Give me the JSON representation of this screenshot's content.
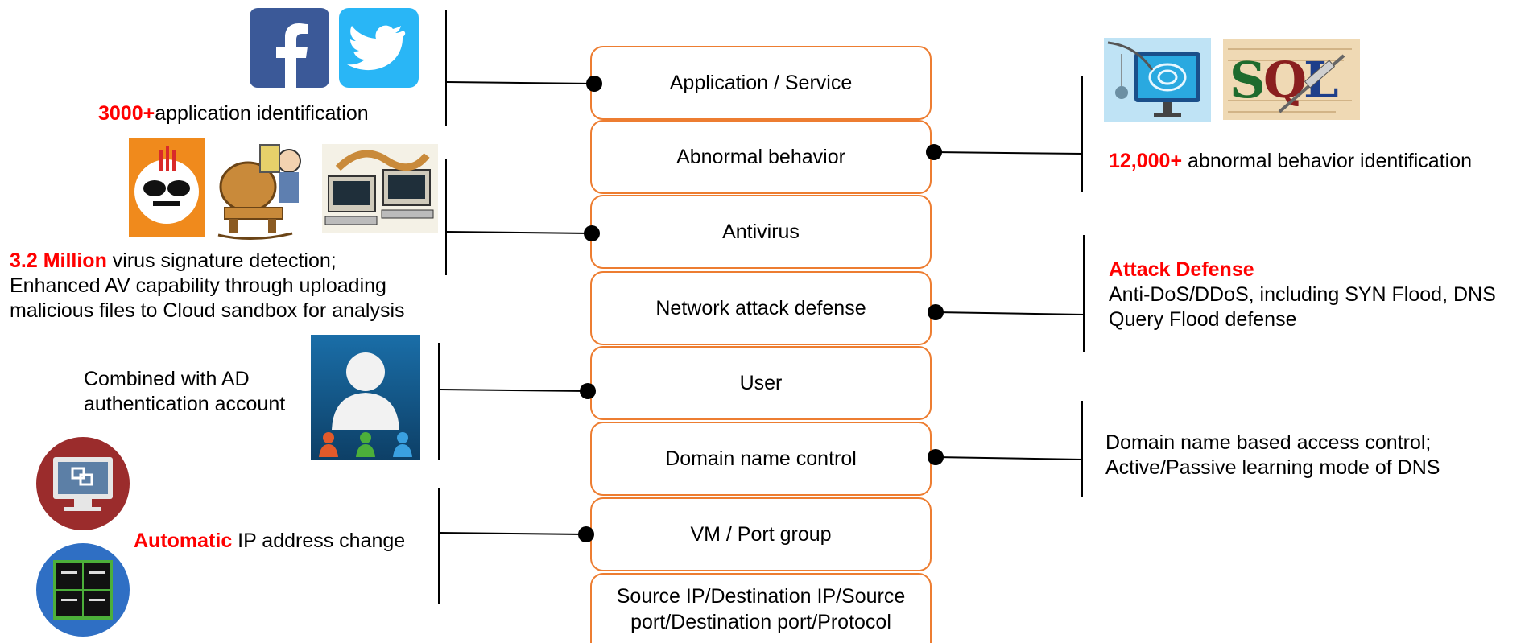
{
  "layers": [
    {
      "label": "Application / Service"
    },
    {
      "label": "Abnormal behavior"
    },
    {
      "label": "Antivirus"
    },
    {
      "label": "Network attack defense"
    },
    {
      "label": "User"
    },
    {
      "label": "Domain name control"
    },
    {
      "label": "VM / Port group"
    },
    {
      "label": "Source IP/Destination IP/Source port/Destination port/Protocol"
    }
  ],
  "annotations": {
    "app": {
      "highlight": "3000+",
      "text": "application identification"
    },
    "abnormal": {
      "highlight": "12,000+",
      "text": " abnormal behavior identification"
    },
    "virus": {
      "highlight": "3.2 Million",
      "line1": " virus signature detection;",
      "line2": "Enhanced AV capability through uploading",
      "line3": "malicious files to Cloud sandbox for analysis"
    },
    "attack": {
      "title": "Attack Defense",
      "line1": "Anti-DoS/DDoS, including SYN Flood, DNS",
      "line2": "Query Flood defense"
    },
    "user": {
      "line1": "Combined with AD",
      "line2": "authentication account"
    },
    "domain": {
      "line1": "Domain name based access control;",
      "line2": "Active/Passive learning mode of DNS"
    },
    "vm": {
      "highlight": "Automatic",
      "text": " IP address change"
    }
  },
  "icons": {
    "facebook": "facebook-logo-icon",
    "twitter": "twitter-logo-icon",
    "phishing": "phishing-monitor-icon",
    "sql": "sql-injection-icon",
    "panda": "panda-virus-icon",
    "trojan": "trojan-horse-icon",
    "worm": "worm-malware-icon",
    "user": "user-group-icon",
    "vm": "virtual-machine-icon",
    "port": "network-port-icon"
  },
  "colors": {
    "highlight": "#ff0000",
    "layer_border": "#ed7d31",
    "text": "#000000"
  }
}
